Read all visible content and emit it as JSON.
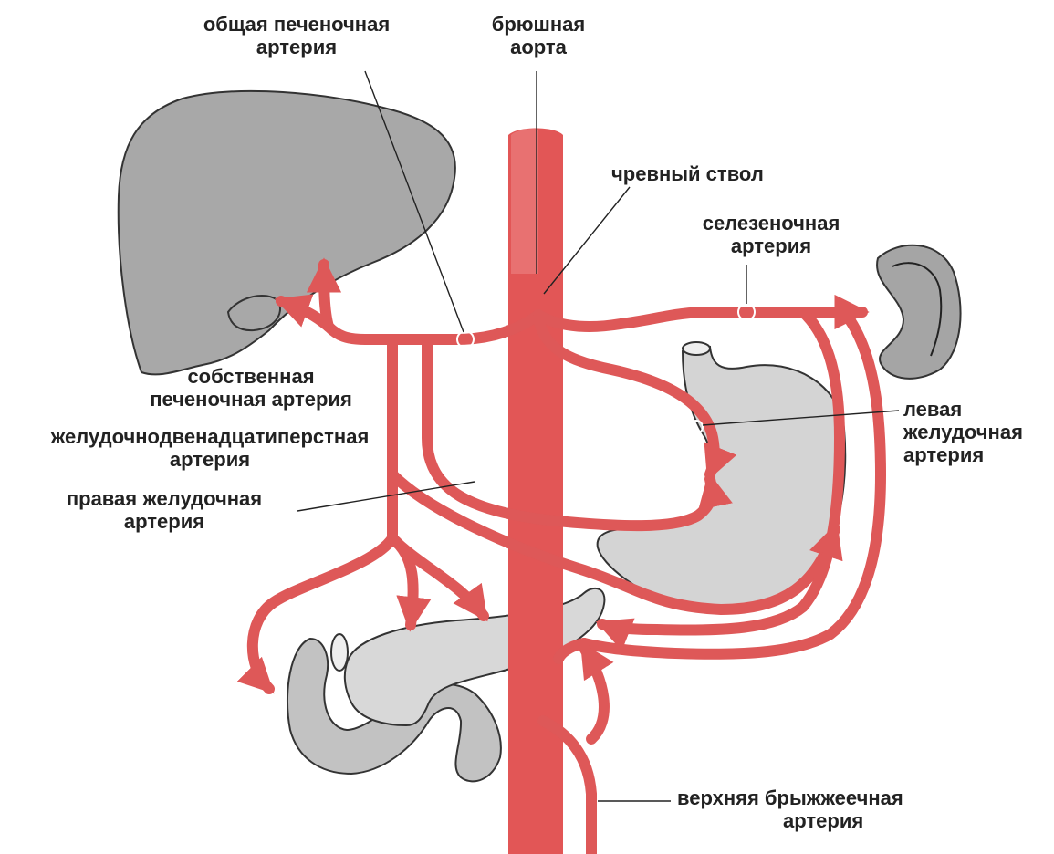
{
  "colors": {
    "artery": "#de5858",
    "aorta": "#e25656",
    "liver": "#a8a8a8",
    "stomach": "#d4d4d4",
    "pancreas": "#d8d8d8",
    "duodenum": "#c2c2c2",
    "spleen": "#a5a5a5",
    "outline": "#333333",
    "label": "#222222"
  },
  "labels": {
    "common_hepatic": [
      "общая печеночная",
      "артерия"
    ],
    "abdominal_aorta": [
      "брюшная",
      "аорта"
    ],
    "celiac_trunk": [
      "чревный ствол"
    ],
    "splenic": [
      "селезеночная",
      "артерия"
    ],
    "proper_hepatic": [
      "собственная",
      "печеночная артерия"
    ],
    "gastroduodenal": [
      "желудочнодвенадцатиперстная",
      "артерия"
    ],
    "right_gastric": [
      "правая желудочная",
      "артерия"
    ],
    "left_gastric": [
      "левая",
      "желудочная",
      "артерия"
    ],
    "superior_mesenteric": [
      "верхняя брыжжеечная",
      "артерия"
    ]
  }
}
